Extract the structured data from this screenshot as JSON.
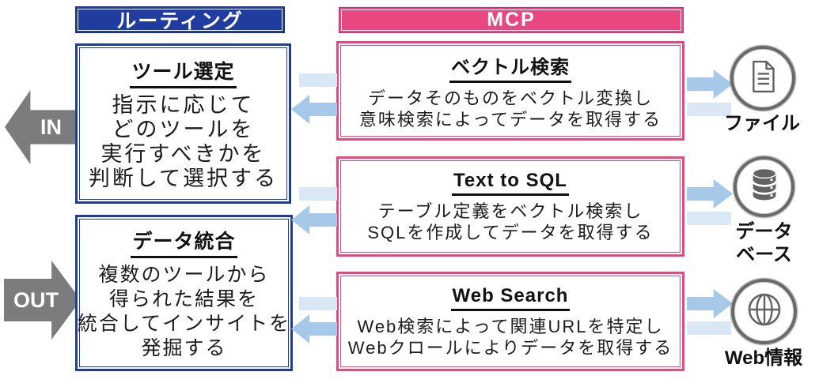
{
  "headers": {
    "routing": "ルーティング",
    "mcp": "MCP"
  },
  "io": {
    "in_label": "IN",
    "out_label": "OUT"
  },
  "routing_boxes": [
    {
      "title": "ツール選定",
      "lines": [
        "指示に応じて",
        "どのツールを",
        "実行すべきかを",
        "判断して選択する"
      ]
    },
    {
      "title": "データ統合",
      "lines": [
        "複数のツールから",
        "得られた結果を",
        "統合してインサイトを",
        "発掘する"
      ]
    }
  ],
  "mcp_boxes": [
    {
      "title": "ベクトル検索",
      "lines": [
        "データそのものをベクトル変換し",
        "意味検索によってデータを取得する"
      ]
    },
    {
      "title": "Text to SQL",
      "lines": [
        "テーブル定義をベクトル検索し",
        "SQLを作成してデータを取得する"
      ]
    },
    {
      "title": "Web Search",
      "lines": [
        "Web検索によって関連URLを特定し",
        "Webクロールによりデータを取得する"
      ]
    }
  ],
  "sources": [
    {
      "icon": "file-icon",
      "label_lines": [
        "ファイル"
      ]
    },
    {
      "icon": "database-icon",
      "label_lines": [
        "データ",
        "ベース"
      ]
    },
    {
      "icon": "globe-icon",
      "label_lines": [
        "Web情報"
      ]
    }
  ],
  "colors": {
    "routing_blue": "#1F3C9E",
    "mcp_pink": "#E8487F",
    "connector_blue": "#A6C8E9",
    "connector_light_blue": "#DAE7F5",
    "io_gray": "#7C7C7C",
    "icon_gray": "#696969"
  }
}
